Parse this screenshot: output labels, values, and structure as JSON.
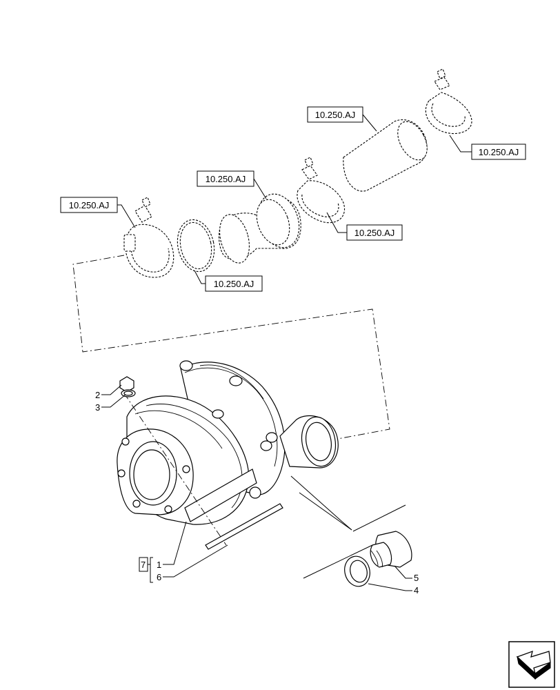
{
  "references": [
    {
      "id": "ref-top",
      "text": "10.250.AJ"
    },
    {
      "id": "ref-right",
      "text": "10.250.AJ"
    },
    {
      "id": "ref-mid",
      "text": "10.250.AJ"
    },
    {
      "id": "ref-clamp",
      "text": "10.250.AJ"
    },
    {
      "id": "ref-left",
      "text": "10.250.AJ"
    },
    {
      "id": "ref-ring",
      "text": "10.250.AJ"
    }
  ],
  "callouts": {
    "item_1": "1",
    "item_2": "2",
    "item_3": "3",
    "item_4": "4",
    "item_5": "5",
    "item_6": "6",
    "kit_7": "7"
  },
  "icons": {
    "nav": "next-page-arrow-icon"
  }
}
